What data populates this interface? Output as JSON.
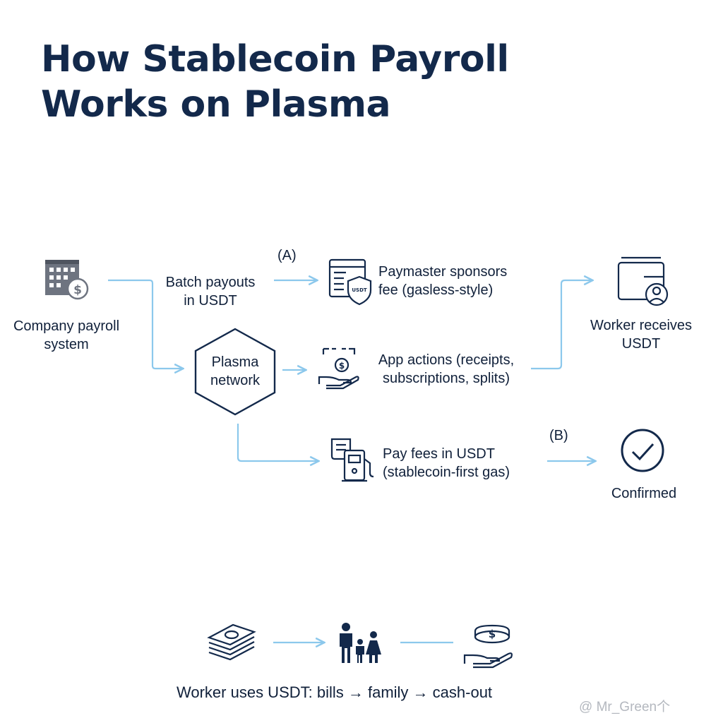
{
  "title": {
    "line1": "How Stablecoin Payroll",
    "line2": "Works on Plasma"
  },
  "nodes": {
    "company": {
      "line1": "Company payroll",
      "line2": "system",
      "icon": "office-building-dollar-icon"
    },
    "batch": {
      "line1": "Batch payouts",
      "line2": "in USDT"
    },
    "plasma": {
      "line1": "Plasma",
      "line2": "network",
      "icon": "hexagon-icon"
    },
    "paymaster": {
      "line1": "Paymaster sponsors",
      "line2": "fee (gasless-style)",
      "icon": "browser-usdt-shield-icon",
      "badge": "USDT"
    },
    "app_actions": {
      "line1": "App actions (receipts,",
      "line2": "subscriptions, splits)",
      "icon": "hand-coin-icon"
    },
    "pay_fees": {
      "line1": "Pay fees in USDT",
      "line2": "(stablecoin-first gas)",
      "icon": "gas-pump-receipt-icon"
    },
    "worker": {
      "line1": "Worker receives",
      "line2": "USDT",
      "icon": "wallet-user-icon"
    },
    "confirmed": {
      "label": "Confirmed",
      "icon": "check-circle-icon"
    }
  },
  "markers": {
    "a": "(A)",
    "b": "(B)"
  },
  "bottom": {
    "caption": "Worker uses USDT: bills → family → cash-out",
    "icons": [
      "cash-stack-icon",
      "family-icon",
      "hand-coin-icon"
    ]
  },
  "watermark": "@ Mr_Green个",
  "colors": {
    "arrow": "#8cc8ec",
    "ink": "#13294b",
    "icon_gray": "#6e7480",
    "title": "#13294b"
  }
}
